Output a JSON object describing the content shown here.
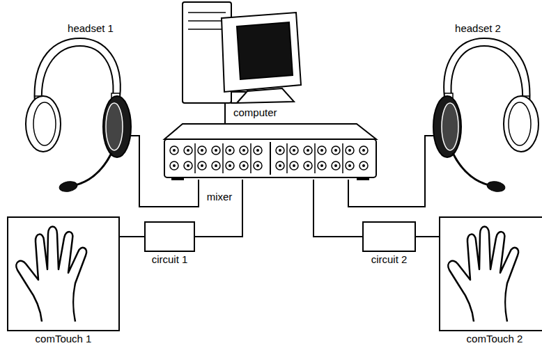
{
  "diagram": {
    "nodes": [
      {
        "text": [
          "headset 1"
        ]
      },
      {
        "text": [
          "computer"
        ]
      },
      {
        "text": [
          "headset 2"
        ]
      },
      {
        "text": [
          "mixer"
        ]
      },
      {
        "text": [
          "comTouch 1"
        ]
      },
      {
        "text": [
          "circuit 1"
        ]
      },
      {
        "text": [
          "circuit 2"
        ]
      },
      {
        "text": [
          "comTouch 2"
        ]
      }
    ],
    "edges": [
      {
        "from": 0,
        "to": 3,
        "arrow": "none"
      },
      {
        "from": 1,
        "to": 3,
        "arrow": "none"
      },
      {
        "from": 2,
        "to": 3,
        "arrow": "none"
      },
      {
        "from": 5,
        "to": 3,
        "arrow": "none"
      },
      {
        "from": 6,
        "to": 3,
        "arrow": "none"
      },
      {
        "from": 4,
        "to": 5,
        "arrow": "none"
      },
      {
        "from": 7,
        "to": 6,
        "arrow": "none"
      }
    ]
  }
}
